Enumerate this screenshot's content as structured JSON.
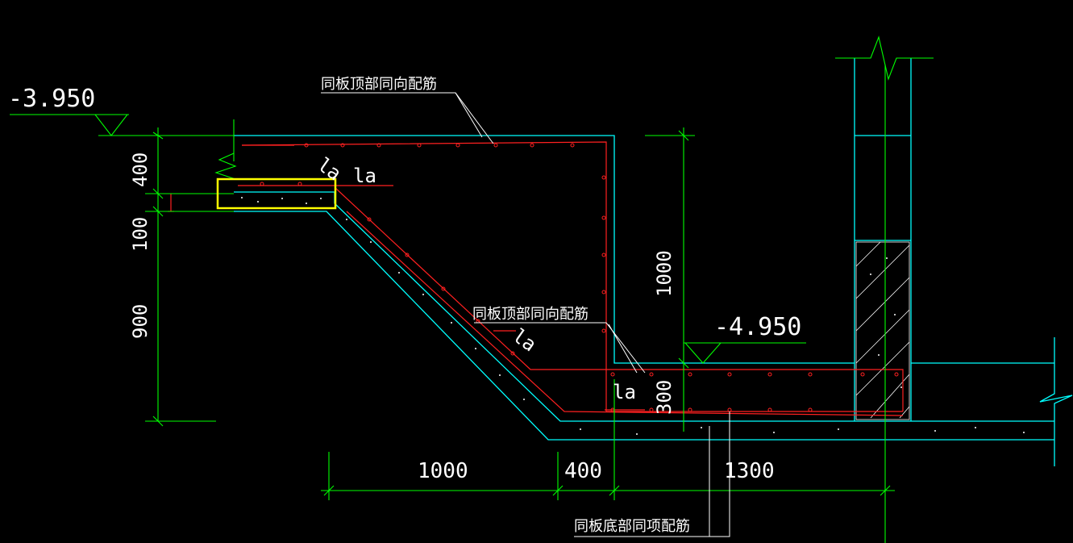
{
  "colors": {
    "background": "#000000",
    "dimension": "#00ff00",
    "outline": "#00ffff",
    "rebar": "#ff2020",
    "text": "#ffffff",
    "highlight": "#ffff00"
  },
  "elevations": {
    "top": "-3.950",
    "bottom": "-4.950"
  },
  "dimensions": {
    "left_400": "400",
    "left_100": "100",
    "left_900": "900",
    "right_1000": "1000",
    "slab_300": "300",
    "bottom_1000": "1000",
    "bottom_400": "400",
    "bottom_1300": "1300"
  },
  "annotations": {
    "top_rebar_note": "同板顶部同向配筋",
    "middle_rebar_note": "同板顶部同向配筋",
    "bottom_rebar_note": "同板底部同项配筋",
    "la_1": "la",
    "la_2": "la",
    "la_3": "la",
    "la_4": "la"
  }
}
